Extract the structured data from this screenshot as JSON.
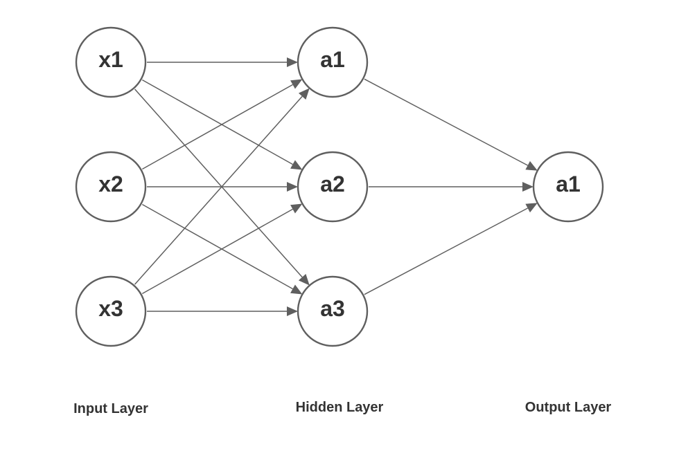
{
  "nodes": {
    "input": [
      {
        "id": "x1",
        "label": "x1"
      },
      {
        "id": "x2",
        "label": "x2"
      },
      {
        "id": "x3",
        "label": "x3"
      }
    ],
    "hidden": [
      {
        "id": "h1",
        "label": "a1"
      },
      {
        "id": "h2",
        "label": "a2"
      },
      {
        "id": "h3",
        "label": "a3"
      }
    ],
    "output": [
      {
        "id": "o1",
        "label": "a1"
      }
    ]
  },
  "edges": [
    [
      "x1",
      "h1"
    ],
    [
      "x1",
      "h2"
    ],
    [
      "x1",
      "h3"
    ],
    [
      "x2",
      "h1"
    ],
    [
      "x2",
      "h2"
    ],
    [
      "x2",
      "h3"
    ],
    [
      "x3",
      "h1"
    ],
    [
      "x3",
      "h2"
    ],
    [
      "x3",
      "h3"
    ],
    [
      "h1",
      "o1"
    ],
    [
      "h2",
      "o1"
    ],
    [
      "h3",
      "o1"
    ]
  ],
  "layer_labels": {
    "input": "Input Layer",
    "hidden": "Hidden Layer",
    "output": "Output Layer"
  },
  "colors": {
    "stroke": "#5f5f5f",
    "text": "#333333",
    "background": "#ffffff"
  }
}
